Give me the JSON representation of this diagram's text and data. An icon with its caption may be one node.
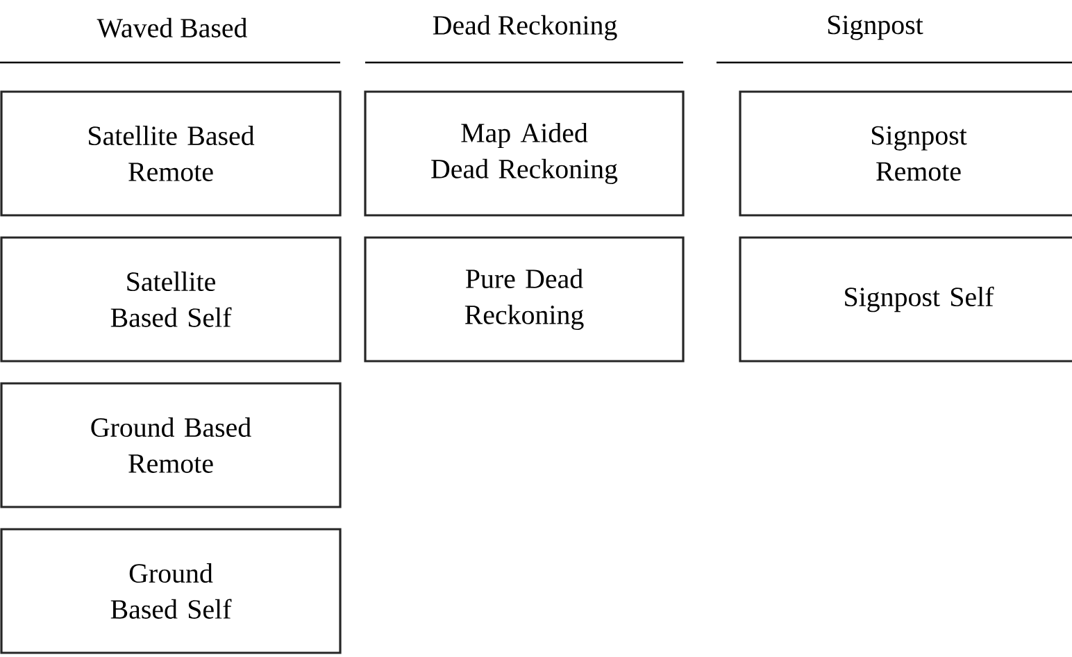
{
  "diagram": {
    "nodes": [
      {
        "text": [
          "Satellite Based Remote"
        ]
      },
      {
        "text": [
          "Satellite Based Self"
        ]
      },
      {
        "text": [
          "Ground Based Remote"
        ]
      },
      {
        "text": [
          "Ground Based Self"
        ]
      },
      {
        "text": [
          "Map Aided Dead Reckoning"
        ]
      },
      {
        "text": [
          "Pure Dead Reckoning"
        ]
      },
      {
        "text": [
          "Signpost Remote"
        ]
      },
      {
        "text": [
          "Signpost Self"
        ]
      }
    ],
    "labels": [
      "Waved Based",
      "Dead Reckoning",
      "Signpost"
    ]
  }
}
